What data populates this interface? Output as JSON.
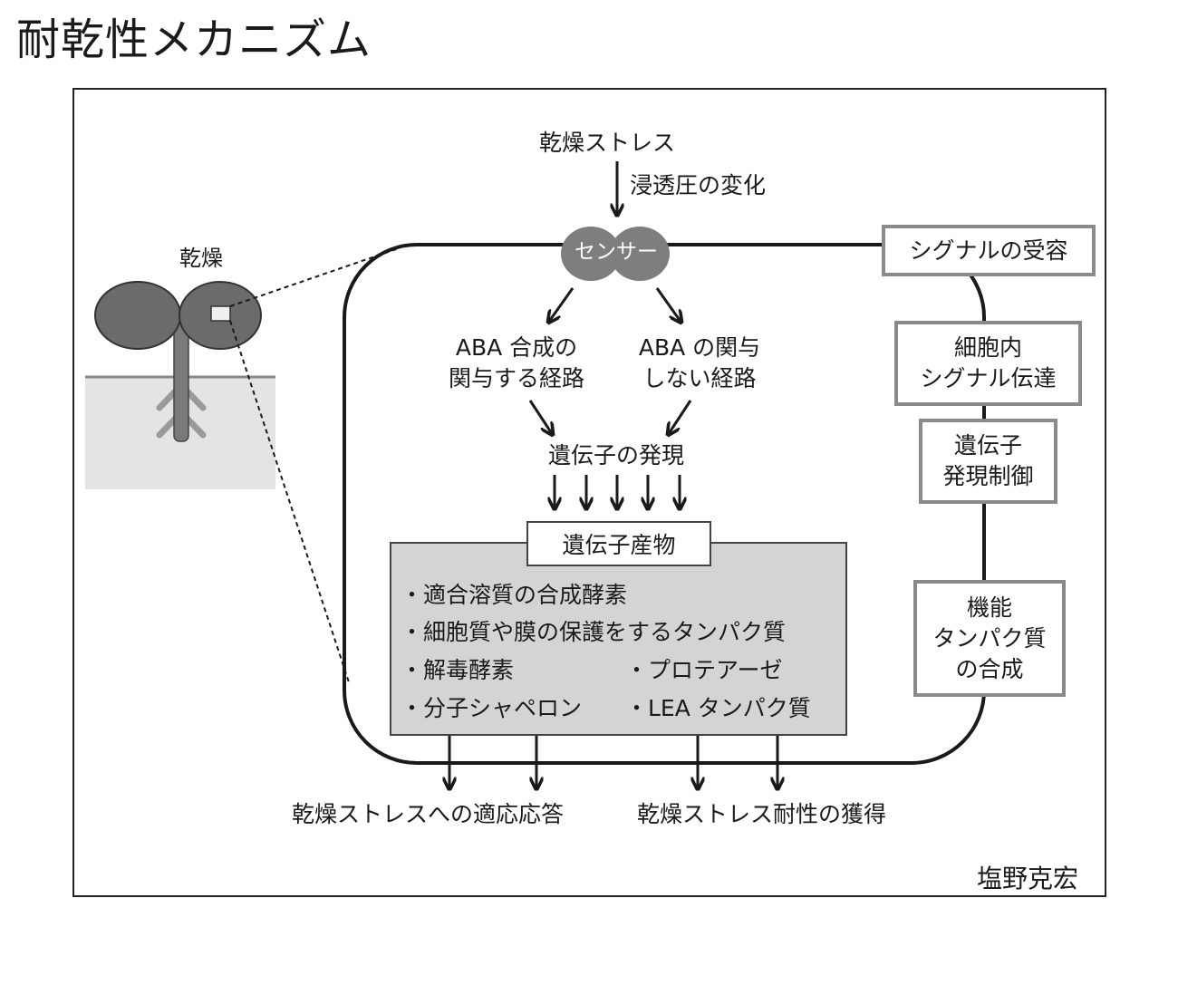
{
  "title": "耐乾性メカニズム",
  "plant": {
    "label": "乾燥"
  },
  "stress": {
    "label": "乾燥ストレス",
    "arrow_label": "浸透圧の変化"
  },
  "sensor": {
    "label": "センサー"
  },
  "pathways": {
    "aba_line1": "ABA 合成の",
    "aba_line2": "関与する経路",
    "non_aba_line1": "ABA の関与",
    "non_aba_line2": "しない経路"
  },
  "gene_expression": {
    "label": "遺伝子の発現"
  },
  "products": {
    "title": "遺伝子産物",
    "items": [
      "・適合溶質の合成酵素",
      "・細胞質や膜の保護をするタンパク質",
      "・解毒酵素",
      "・プロテアーゼ",
      "・分子シャペロン",
      "・LEA タンパク質"
    ]
  },
  "outcomes": {
    "response": "乾燥ストレスへの適応応答",
    "tolerance": "乾燥ストレス耐性の獲得"
  },
  "steps": {
    "reception": "シグナルの受容",
    "transduction_line1": "細胞内",
    "transduction_line2": "シグナル伝達",
    "regulation_line1": "遺伝子",
    "regulation_line2": "発現制御",
    "synthesis_line1": "機能",
    "synthesis_line2": "タンパク質",
    "synthesis_line3": "の合成"
  },
  "author": "塩野克宏",
  "colors": {
    "leaf": "#6b6b6b",
    "stem": "#7a7a7a",
    "root": "#9a9a9a",
    "soil": "#e4e4e4",
    "sensor": "#7e7e7e",
    "box_border": "#8a8a8a",
    "products_bg": "#d4d4d4"
  }
}
